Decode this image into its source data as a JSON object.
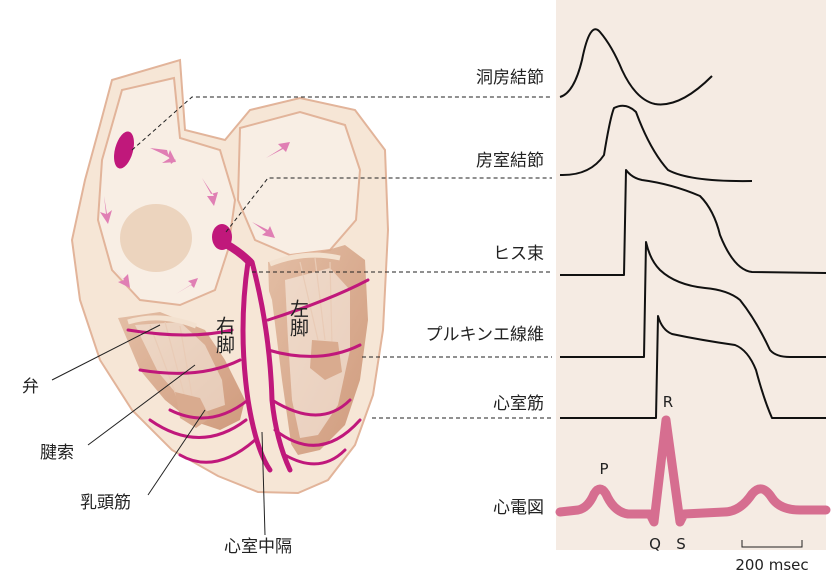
{
  "anatomy_labels": {
    "valve": "弁",
    "chordae": "腱索",
    "papillary": "乳頭筋",
    "septum": "心室中隔",
    "right_bundle": "右脚",
    "left_bundle": "左脚"
  },
  "rows": [
    {
      "label": "洞房結節"
    },
    {
      "label": "房室結節"
    },
    {
      "label": "ヒス束"
    },
    {
      "label": "プルキンエ線維"
    },
    {
      "label": "心室筋"
    },
    {
      "label": "心電図"
    }
  ],
  "ecg_waves": {
    "p": "P",
    "q": "Q",
    "r": "R",
    "s": "S"
  },
  "scale_bar": {
    "label": "200 msec"
  },
  "colors": {
    "panel_bg": "#f5ebe3",
    "heart_outer": "#f6e6d6",
    "heart_wall": "#d6a184",
    "chamber": "#f8eee4",
    "conduction": "#c0187b",
    "arrow": "#e07fb4",
    "ecg": "#d66e90"
  }
}
